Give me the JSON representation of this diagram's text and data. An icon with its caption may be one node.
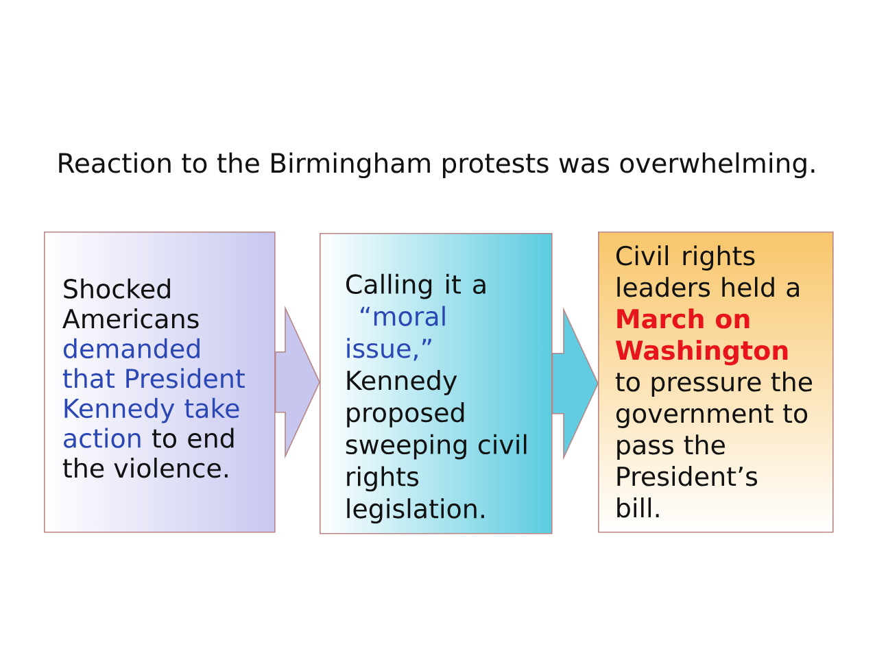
{
  "diagram": {
    "title": "Reaction to the Birmingham protests was overwhelming.",
    "nodes": [
      {
        "text": [
          "Shocked Americans",
          "demanded that President Kennedy take action",
          "to end the violence."
        ]
      },
      {
        "text": [
          "Calling it a",
          "“moral issue,”",
          "Kennedy proposed sweeping civil rights legislation."
        ]
      },
      {
        "text": [
          "Civil rights leaders held a",
          "March on Washington",
          "to pressure the government to pass the President’s bill."
        ]
      }
    ],
    "edges": [
      {
        "from": 0,
        "to": 1,
        "arrow": "to"
      },
      {
        "from": 1,
        "to": 2,
        "arrow": "to"
      }
    ]
  }
}
